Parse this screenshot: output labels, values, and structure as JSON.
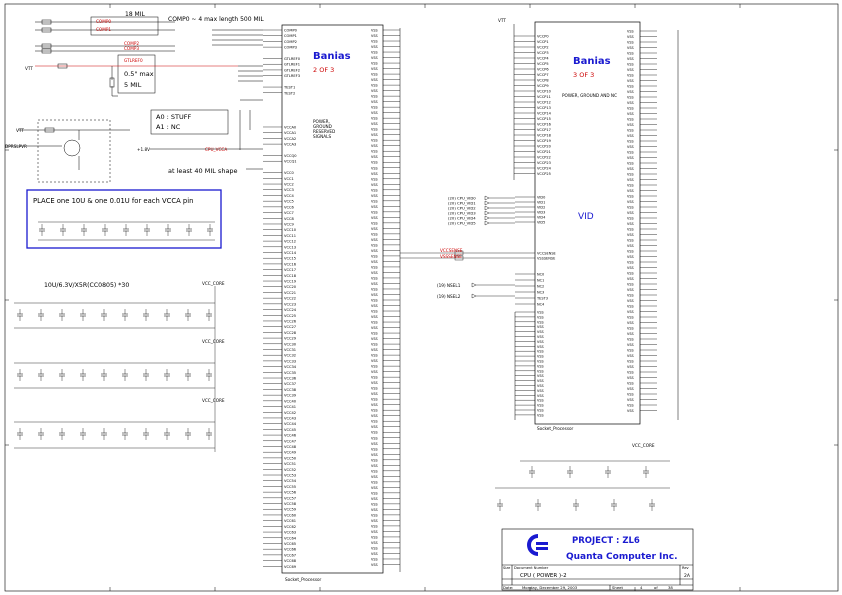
{
  "notes": {
    "comp_length": "COMP0 ~ 4 max length 500 MIL",
    "mil18": "18 MIL",
    "max05": "0.5\" max",
    "mil5": "5 MIL",
    "stuff_a0": "A0 : STUFF",
    "stuff_a1": "A1 : NC",
    "at_least": "at least 40 MIL shape",
    "place_caps": "PLACE one 10U & one 0.01U for each VCCA pin",
    "cap_spec": "10U/6.3V/X5R(CC0805) *30",
    "vcc_core_1": "VCC_CORE",
    "vcc_core_2": "VCC_CORE",
    "vcc_core_3": "VCC_CORE",
    "vcc_core_4": "VCC_CORE",
    "vtt": "VTT",
    "vtt2": "VTT",
    "vtt3": "VTT",
    "vcca": "CPU_VCCA"
  },
  "u1": {
    "title": "Banias",
    "part": "2 OF 3",
    "bottom_label": "Socket_Processor",
    "mid_label": [
      "POWER,",
      "GROUND",
      "RESERVED",
      "SIGNALS"
    ],
    "left_pins": [
      "COMP0",
      "COMP1",
      "COMP2",
      "COMP3",
      "",
      "GTLREF0",
      "GTLREF1",
      "GTLREF2",
      "GTLREF3",
      "",
      "TEST1",
      "TEST2",
      "",
      "",
      "",
      "",
      "",
      "VCCA0",
      "VCCA1",
      "VCCA2",
      "VCCA3",
      "",
      "VCCQ0",
      "VCCQ1",
      "",
      "VCC0",
      "VCC1",
      "VCC2",
      "VCC3",
      "VCC4",
      "VCC5",
      "VCC6",
      "VCC7",
      "VCC8",
      "VCC9",
      "VCC10",
      "VCC11",
      "VCC12",
      "VCC13",
      "VCC14",
      "VCC15",
      "VCC16",
      "VCC17",
      "VCC18",
      "VCC19",
      "VCC20",
      "VCC21",
      "VCC22",
      "VCC23",
      "VCC24",
      "VCC25",
      "VCC26",
      "VCC27",
      "VCC28",
      "VCC29",
      "VCC30",
      "VCC31",
      "VCC32",
      "VCC33",
      "VCC34",
      "VCC35",
      "VCC36",
      "VCC37",
      "VCC38",
      "VCC39",
      "VCC40",
      "VCC41",
      "VCC42",
      "VCC43",
      "VCC44",
      "VCC45",
      "VCC46",
      "VCC47",
      "VCC48",
      "VCC49",
      "VCC50",
      "VCC51",
      "VCC52",
      "VCC53",
      "VCC54",
      "VCC55",
      "VCC56",
      "VCC57",
      "VCC58",
      "VCC59",
      "VCC60",
      "VCC61",
      "VCC62",
      "VCC63",
      "VCC64",
      "VCC65",
      "VCC66",
      "VCC67",
      "VCC68",
      "VCC69"
    ],
    "right_pin_count": 98
  },
  "u2": {
    "title": "Banias",
    "part": "3 OF 3",
    "sub": "POWER, GROUND AND NC",
    "vid_label": "VID",
    "bottom_label": "Socket_Processor",
    "left_pins": [
      "VCCP0",
      "VCCP1",
      "VCCP2",
      "VCCP3",
      "VCCP4",
      "VCCP5",
      "VCCP6",
      "VCCP7",
      "VCCP8",
      "VCCP9",
      "VCCP10",
      "VCCP11",
      "VCCP12",
      "VCCP13",
      "VCCP14",
      "VCCP15",
      "VCCP16",
      "VCCP17",
      "VCCP18",
      "VCCP19",
      "VCCP20",
      "VCCP21",
      "VCCP22",
      "VCCP23",
      "VCCP24",
      "VCCP25"
    ],
    "vid_pins": [
      "VID0",
      "VID1",
      "VID2",
      "VID3",
      "VID4",
      "VID5"
    ],
    "sense_pins": [
      "VCCSENSE",
      "VSSSENSE"
    ],
    "nc_pins": [
      "NC0",
      "NC1",
      "NC2",
      "NC3",
      "TEST3",
      "NC4"
    ],
    "right_pin_count": 70
  },
  "signals": {
    "cpu_vid": [
      "(20) CPU_VID0",
      "(20) CPU_VID1",
      "(20) CPU_VID2",
      "(20) CPU_VID3",
      "(20) CPU_VID4",
      "(20) CPU_VID5"
    ],
    "nsel1": "(19) NSEL1",
    "nsel2": "(19) NSEL2",
    "comp": [
      "COMP0",
      "COMP1",
      "COMP2",
      "COMP3"
    ],
    "gtlref": "GTLREF0",
    "dprslpvr": "DPRSLPVR",
    "vccsense": "VCCSENSE",
    "vsssense": "VSSSENSE",
    "cpu_vcca_net": "+1.8V"
  },
  "title_block": {
    "project": "PROJECT : ZL6",
    "company": "Quanta Computer Inc.",
    "size_label": "Size",
    "doc_label": "Document Number",
    "doc": "CPU ( POWER )-2",
    "rev_label": "Rev",
    "rev": "2A",
    "date_label": "Date:",
    "date": "Monday, December 29, 2003",
    "sheet_label": "Sheet",
    "sheet": "4",
    "of_label": "of",
    "of": "38"
  }
}
